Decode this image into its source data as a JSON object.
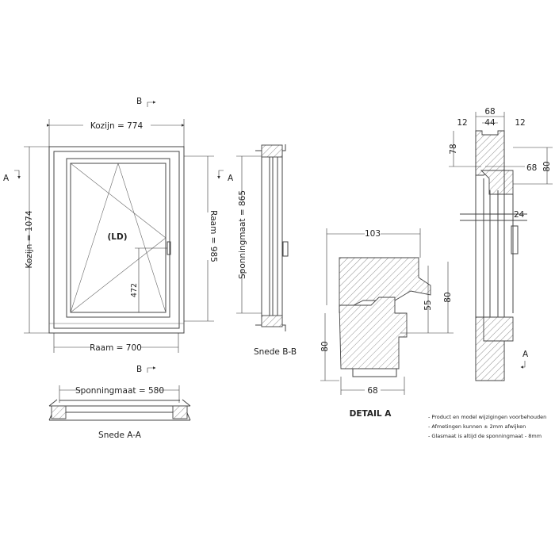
{
  "front_view": {
    "kozijn_width": "Kozijn = 774",
    "kozijn_height": "Kozijn = 1074",
    "raam_height": "Raam = 985",
    "raam_width": "Raam = 700",
    "opening_label": "(LD)",
    "handle_height": "472",
    "section_marker_b": "B",
    "section_marker_a": "A"
  },
  "section_aa": {
    "dimension": "Sponningmaat = 580",
    "title": "Snede A-A"
  },
  "section_bb": {
    "dimension": "Sponningmaat = 865",
    "title": "Snede B-B"
  },
  "detail_a": {
    "width": "103",
    "height_inner": "55",
    "height_outer": "80",
    "height_left": "80",
    "bottom_width": "68",
    "title": "DETAIL  A"
  },
  "profile_section": {
    "total": "68",
    "left": "12",
    "middle": "44",
    "right": "12",
    "height_top": "78",
    "height_right": "80",
    "sash_depth": "68",
    "glass": "24",
    "marker": "A"
  },
  "notes": [
    "- Product en model wijzigingen voorbehouden",
    "- Afmetingen kunnen ± 2mm afwijken",
    "- Glasmaat is altijd de sponningmaat - 8mm"
  ]
}
